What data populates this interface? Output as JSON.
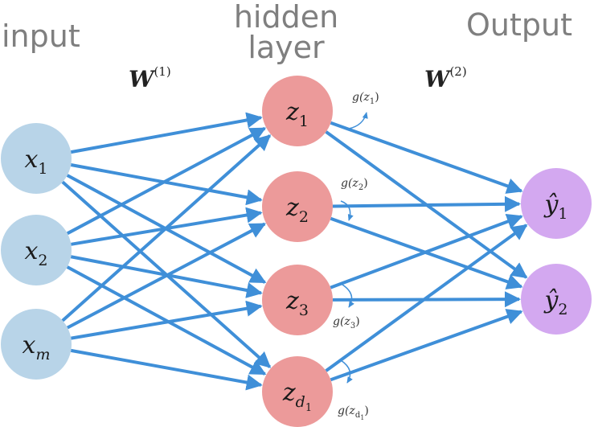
{
  "titles": {
    "input": "input",
    "hidden_line1": "hidden",
    "hidden_line2": "layer",
    "output": "Output"
  },
  "weights": {
    "w1_symbol": "W",
    "w1_sup": "(1)",
    "w2_symbol": "W",
    "w2_sup": "(2)"
  },
  "colors": {
    "input_node": "#b8d4e8",
    "hidden_node": "#ec9a9a",
    "output_node": "#d3a8f0",
    "edge": "#3f8fd8"
  },
  "input_nodes": [
    {
      "var": "x",
      "sub": "1"
    },
    {
      "var": "x",
      "sub": "2"
    },
    {
      "var": "x",
      "sub": "m"
    }
  ],
  "hidden_nodes": [
    {
      "var": "z",
      "sub": "1",
      "act": "g(z",
      "act_sub": "1",
      "act_close": ")"
    },
    {
      "var": "z",
      "sub": "2",
      "act": "g(z",
      "act_sub": "2",
      "act_close": ")"
    },
    {
      "var": "z",
      "sub": "3",
      "act": "g(z",
      "act_sub": "3",
      "act_close": ")"
    },
    {
      "var": "z",
      "sub": "d",
      "subsub": "1",
      "act": "g(z",
      "act_sub": "d",
      "act_subsub": "1",
      "act_close": ")"
    }
  ],
  "output_nodes": [
    {
      "var": "ŷ",
      "sub": "1"
    },
    {
      "var": "ŷ",
      "sub": "2"
    }
  ]
}
